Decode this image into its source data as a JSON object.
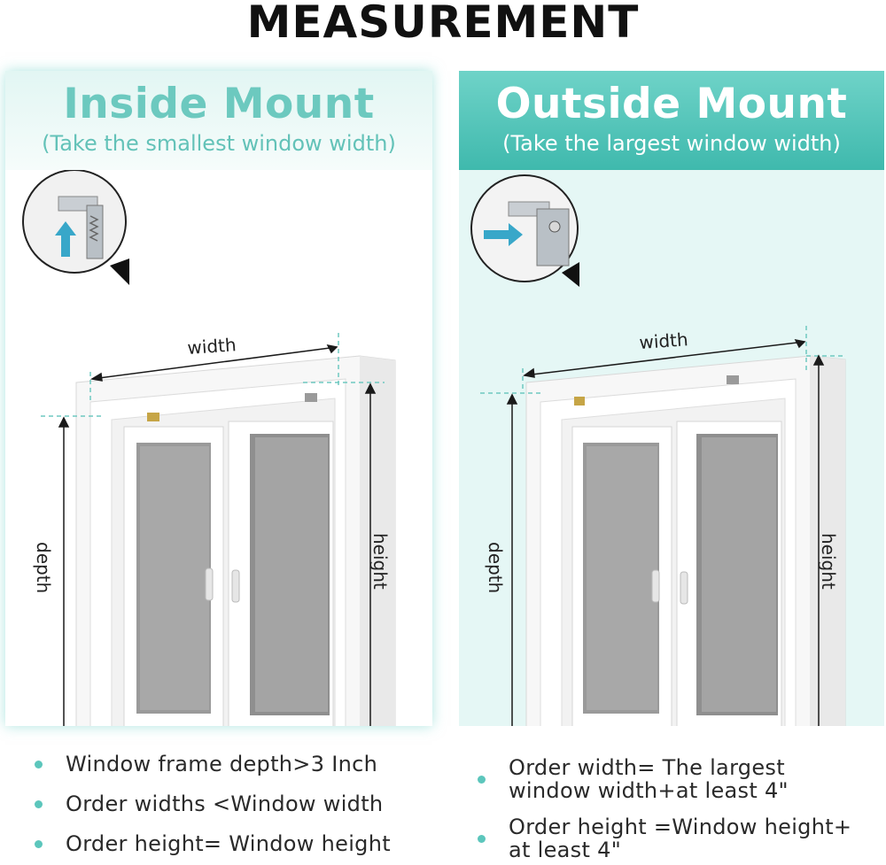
{
  "title": "MEASUREMENT",
  "panels": {
    "inside": {
      "title": "Inside Mount",
      "subtitle": "(Take the smallest window width)",
      "labels": {
        "width": "width",
        "depth": "depth",
        "height": "height"
      },
      "arrow_icon": "arrow-up-icon"
    },
    "outside": {
      "title": "Outside Mount",
      "subtitle": "(Take the largest window width)",
      "labels": {
        "width": "width",
        "depth": "depth",
        "height": "height"
      },
      "arrow_icon": "arrow-right-icon"
    }
  },
  "notes": {
    "inside": [
      "Window frame depth>3 Inch",
      "Order widths <Window width",
      "Order height= Window height"
    ],
    "outside": [
      "Order width= The largest window width+at least 4\"",
      "Order height =Window height+ at least 4\""
    ]
  },
  "colors": {
    "accent": "#5cc6bc",
    "header_dark": "#3fb9ad",
    "measure_line": "#6fc8c0"
  }
}
